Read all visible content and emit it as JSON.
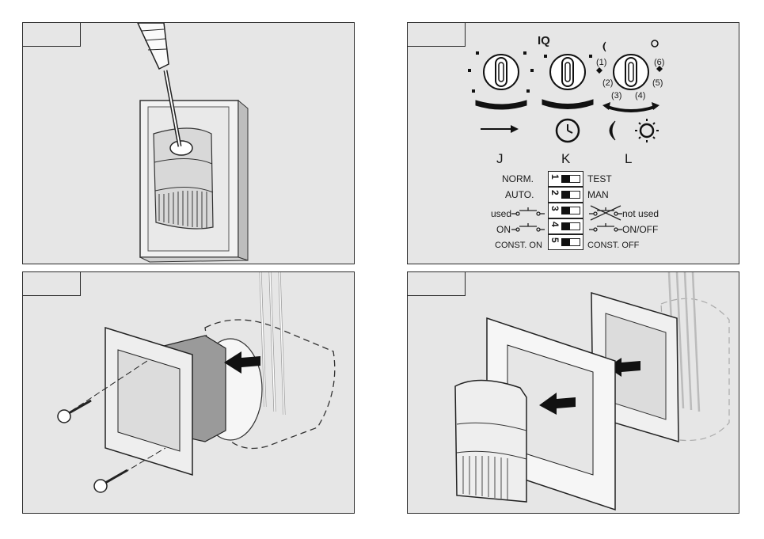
{
  "panels": {
    "screwdriver": {},
    "dip_switches": {
      "top_label": "IQ",
      "positions": [
        "(1)",
        "(2)",
        "(3)",
        "(4)",
        "(5)",
        "(6)"
      ],
      "dial_letters": [
        "J",
        "K",
        "L"
      ],
      "switches": [
        {
          "num": "1",
          "left": "NORM.",
          "right": "TEST"
        },
        {
          "num": "2",
          "left": "AUTO.",
          "right": "MAN"
        },
        {
          "num": "3",
          "left": "used",
          "right": "not used"
        },
        {
          "num": "4",
          "left": "ON",
          "right": "ON/OFF"
        },
        {
          "num": "5",
          "left": "CONST. ON",
          "right": "CONST. OFF"
        }
      ]
    },
    "mounting": {},
    "assembly": {}
  }
}
